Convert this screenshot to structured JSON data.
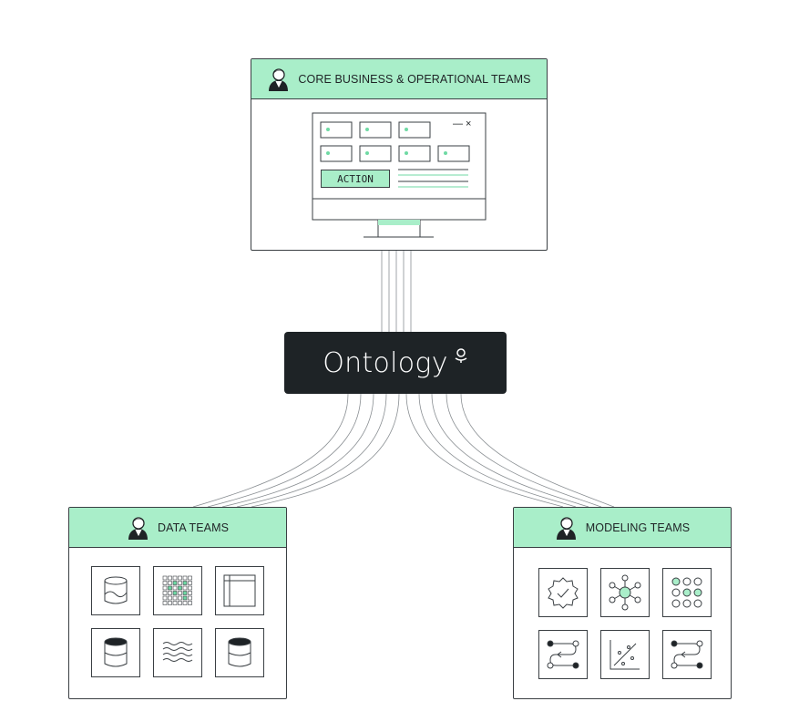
{
  "core_panel": {
    "title": "CORE BUSINESS & OPERATIONAL TEAMS",
    "action_label": "ACTION",
    "window_controls": "— ×"
  },
  "ontology": {
    "label": "Ontology",
    "mark_icon": "ontology-logo-icon"
  },
  "data_panel": {
    "title": "DATA TEAMS",
    "tiles": [
      "dataset-icon",
      "grid-matrix-icon",
      "table-icon",
      "database-icon",
      "stream-icon",
      "database-icon"
    ]
  },
  "modeling_panel": {
    "title": "MODELING TEAMS",
    "tiles": [
      "gear-check-icon",
      "network-hub-icon",
      "node-grid-icon",
      "workflow-icon",
      "scatter-plot-icon",
      "workflow-icon"
    ]
  },
  "colors": {
    "accent": "#a9eec9",
    "accent_dot": "#6fd9a4",
    "dark": "#1e2326",
    "line": "#3a3f43"
  }
}
